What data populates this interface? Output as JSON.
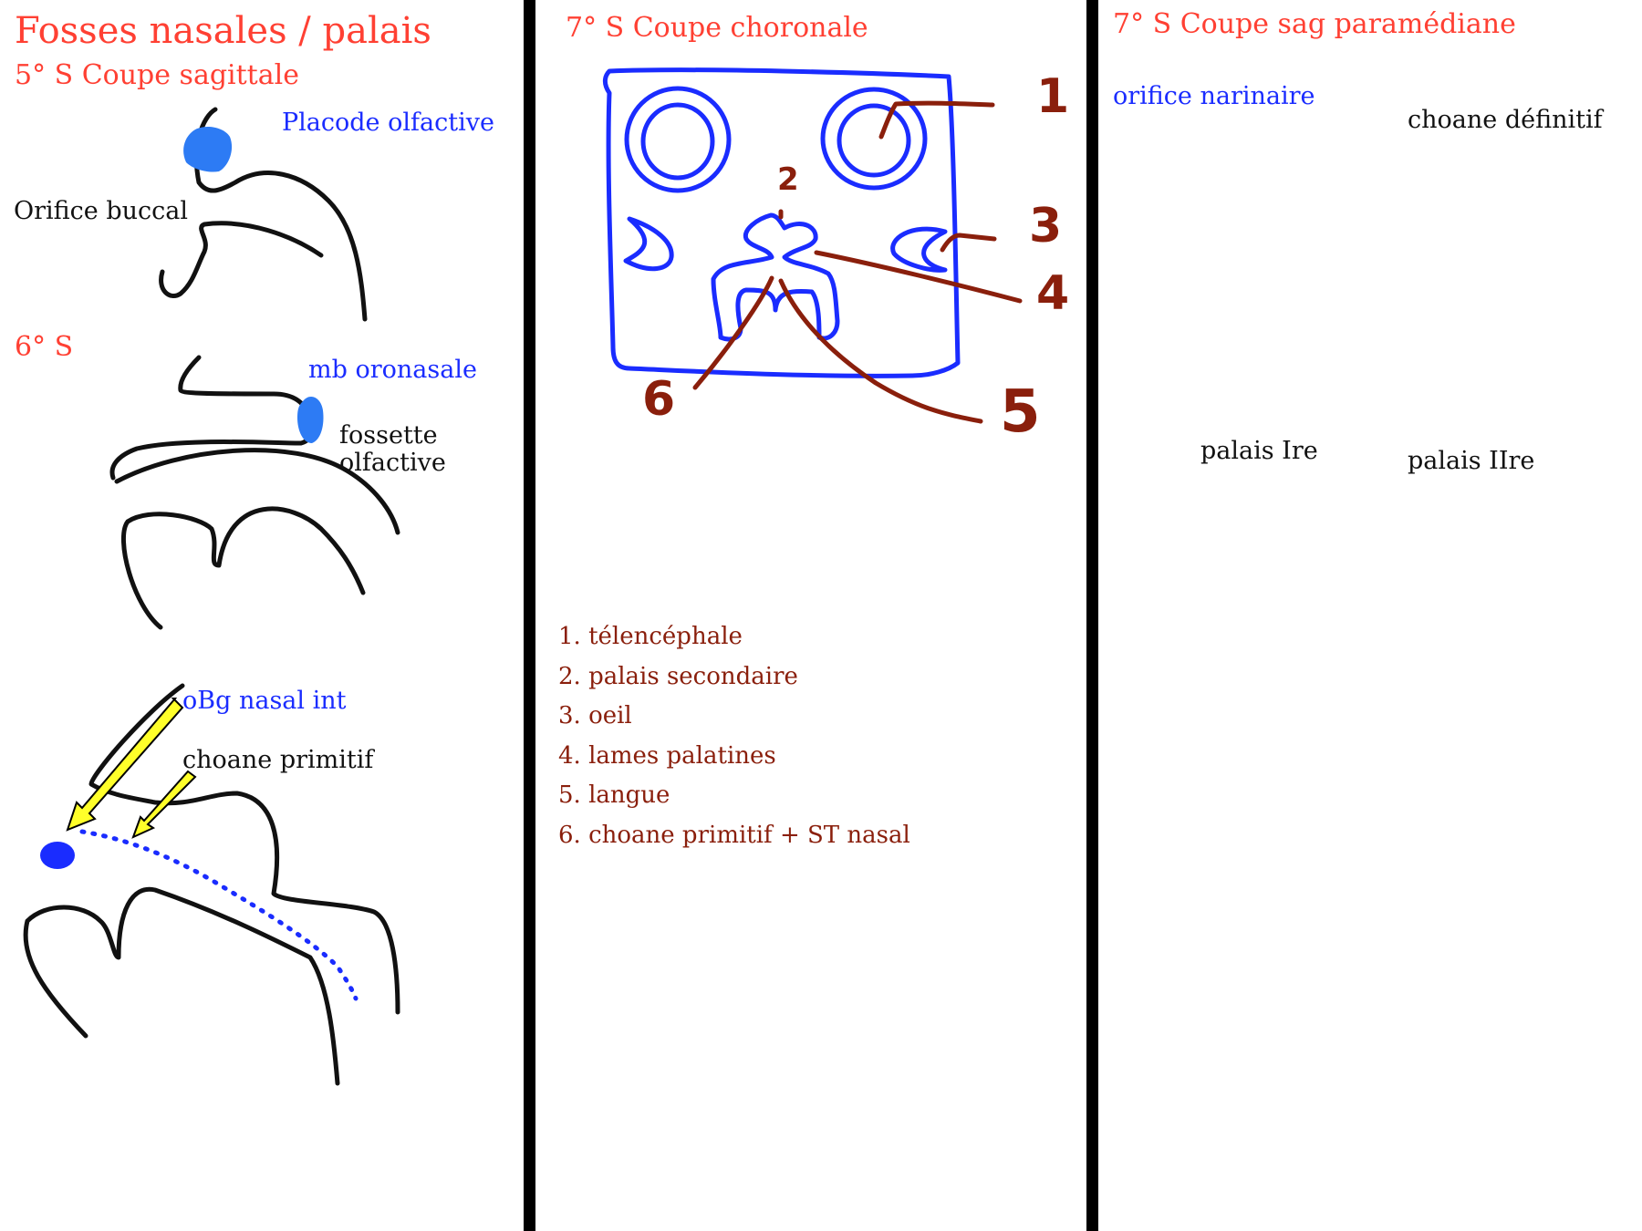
{
  "colors": {
    "title_red": "#ff4033",
    "structure_blue": "#1a2cff",
    "label_darkred": "#8a1f0c",
    "arrow_yellow": "#ffff2a",
    "axis_magenta": "#e0157f",
    "divider_black": "#000000"
  },
  "left_column": {
    "main_title": "Fosses nasales / palais",
    "stage5_title": "5° S Coupe sagittale",
    "placode_label": "Placode olfactive",
    "orifice_buccal_label": "Orifice buccal",
    "stage6_title": "6° S",
    "mb_oronasale_label": "mb oronasale",
    "fossette_label_line1": "fossette",
    "fossette_label_line2": "olfactive",
    "obg_label": "oBg nasal int",
    "choane_primitif_label": "choane primitif"
  },
  "middle_column": {
    "title": "7° S Coupe choronale",
    "markers": [
      "1",
      "2",
      "3",
      "4",
      "5",
      "6"
    ],
    "legend": [
      "1. télencéphale",
      "2. palais secondaire",
      "3. oeil",
      "4. lames palatines",
      "5. langue",
      "6. choane primitif + ST nasal"
    ]
  },
  "right_column": {
    "title": "7° S Coupe sag paramédiane",
    "orifice_narinaire_label": "orifice narinaire",
    "choane_definitif_label": "choane définitif",
    "palais_ire_label": "palais Ire",
    "palais_iire_label": "palais IIre"
  }
}
